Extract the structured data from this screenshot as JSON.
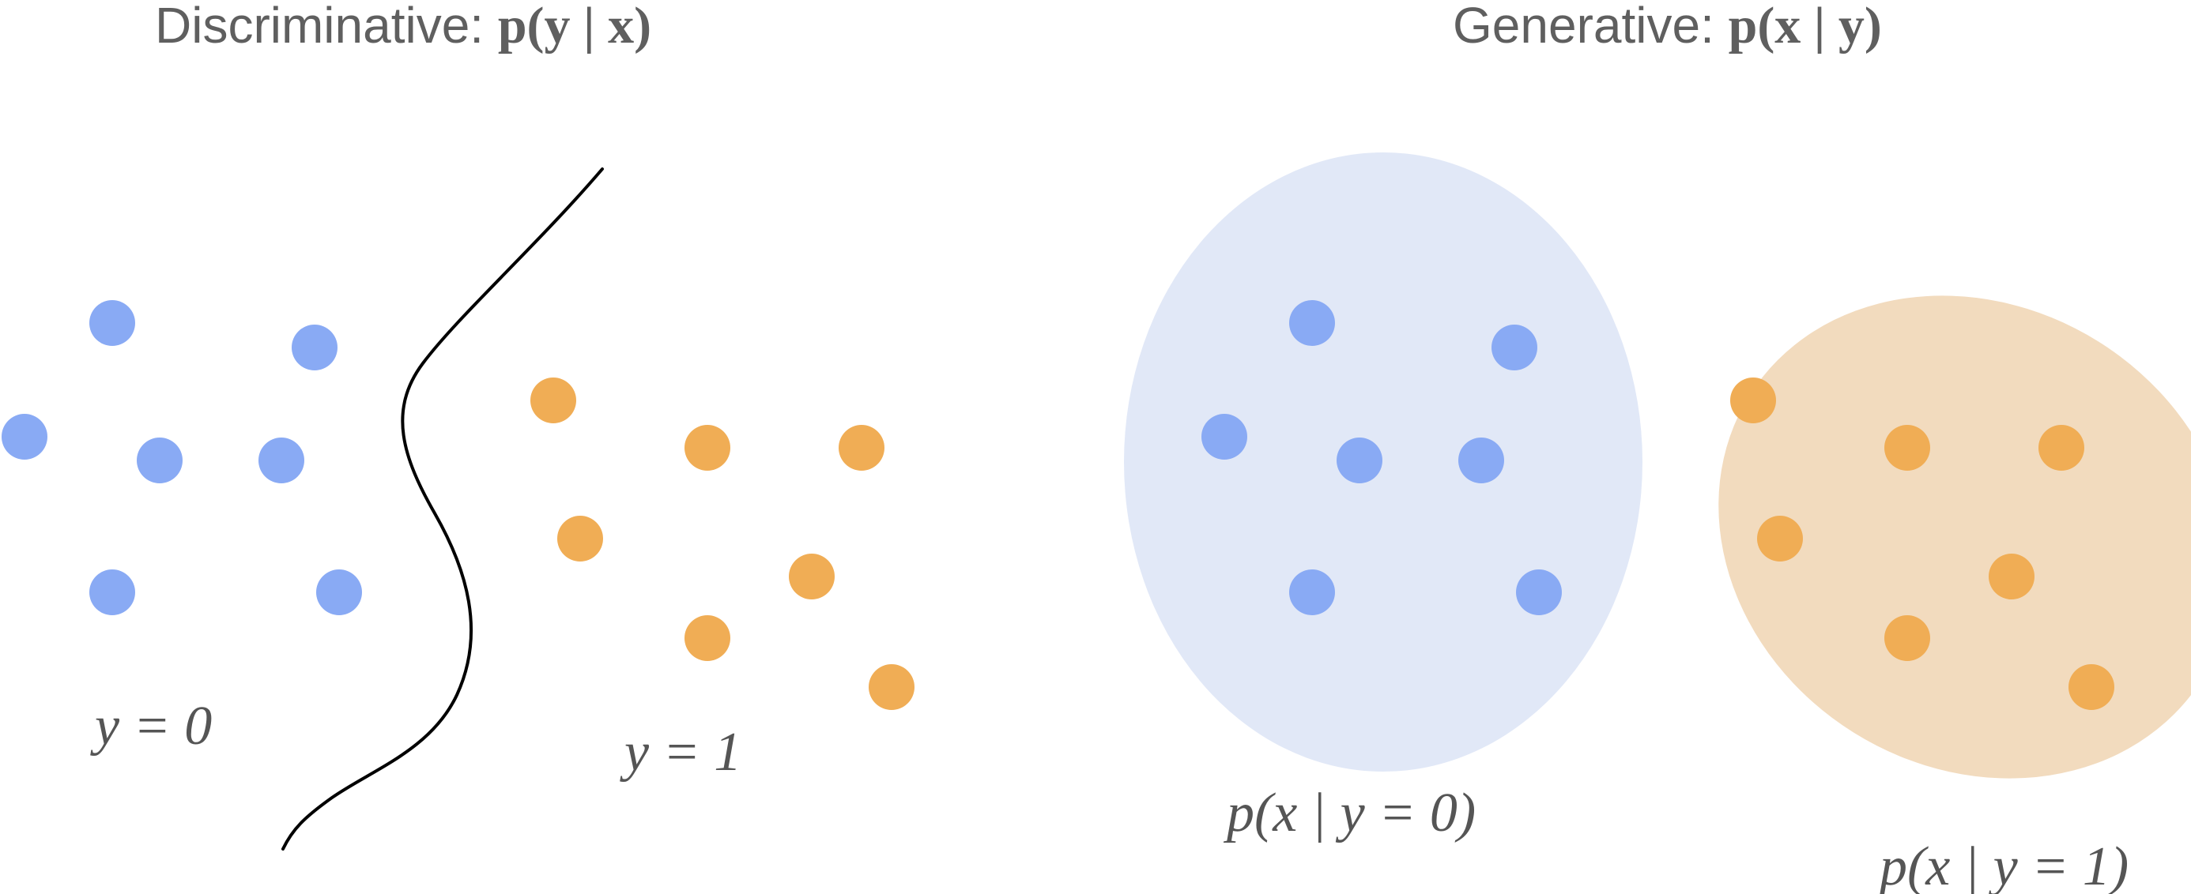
{
  "panels": {
    "discriminative": {
      "title_text": "Discriminative: ",
      "title_math": "p(y | x)",
      "label_class0": "y = 0",
      "label_class1": "y = 1"
    },
    "generative": {
      "title_text": "Generative: ",
      "title_math": "p(x | y)",
      "label_class0": "p(x | y = 0)",
      "label_class1": "p(x | y = 1)"
    }
  },
  "colors": {
    "class0_point": "#89aaf4",
    "class1_point": "#f0ad55",
    "class0_region": "#e1e8f7",
    "class1_region": "#f2dbbe",
    "boundary": "#000000",
    "text": "#5f5f5f"
  }
}
